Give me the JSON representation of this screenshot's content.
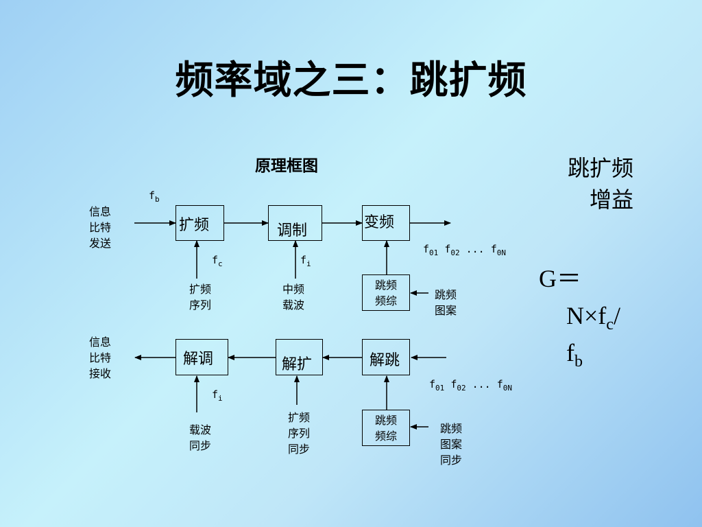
{
  "title": "频率域之三：跳扩频",
  "diagram_title": "原理框图",
  "gain": {
    "line1": "跳扩频",
    "line2": "增益"
  },
  "formula": {
    "g": "G＝",
    "n_times": "N×f",
    "c": "c",
    "slash": "/",
    "f": "f",
    "b": "b"
  },
  "tx": {
    "input_line1": "信息",
    "input_line2": "比特",
    "input_line3": "发送",
    "fb_f": "f",
    "fb_sub": "b",
    "block1": "扩频",
    "block2": "调制",
    "block3": "变频",
    "block4_line1": "跳频",
    "block4_line2": "频综",
    "fc_f": "f",
    "fc_sub": "c",
    "fi_f": "f",
    "fi_sub": "i",
    "seq_line1": "扩频",
    "seq_line2": "序列",
    "carrier_line1": "中频",
    "carrier_line2": "载波",
    "pattern_line1": "跳频",
    "pattern_line2": "图案",
    "freqs": {
      "f1": "f",
      "s1": "01",
      "f2": "f",
      "s2": "02",
      "dots": "...",
      "f3": "f",
      "s3": "0N"
    }
  },
  "rx": {
    "output_line1": "信息",
    "output_line2": "比特",
    "output_line3": "接收",
    "block1": "解调",
    "block2": "解扩",
    "block3": "解跳",
    "block4_line1": "跳频",
    "block4_line2": "频综",
    "fi_f": "f",
    "fi_sub": "i",
    "carrier_line1": "载波",
    "carrier_line2": "同步",
    "seq_line1": "扩频",
    "seq_line2": "序列",
    "seq_line3": "同步",
    "pattern_line1": "跳频",
    "pattern_line2": "图案",
    "pattern_line3": "同步",
    "freqs": {
      "f1": "f",
      "s1": "01",
      "f2": "f",
      "s2": "02",
      "dots": "...",
      "f3": "f",
      "s3": "0N"
    }
  }
}
